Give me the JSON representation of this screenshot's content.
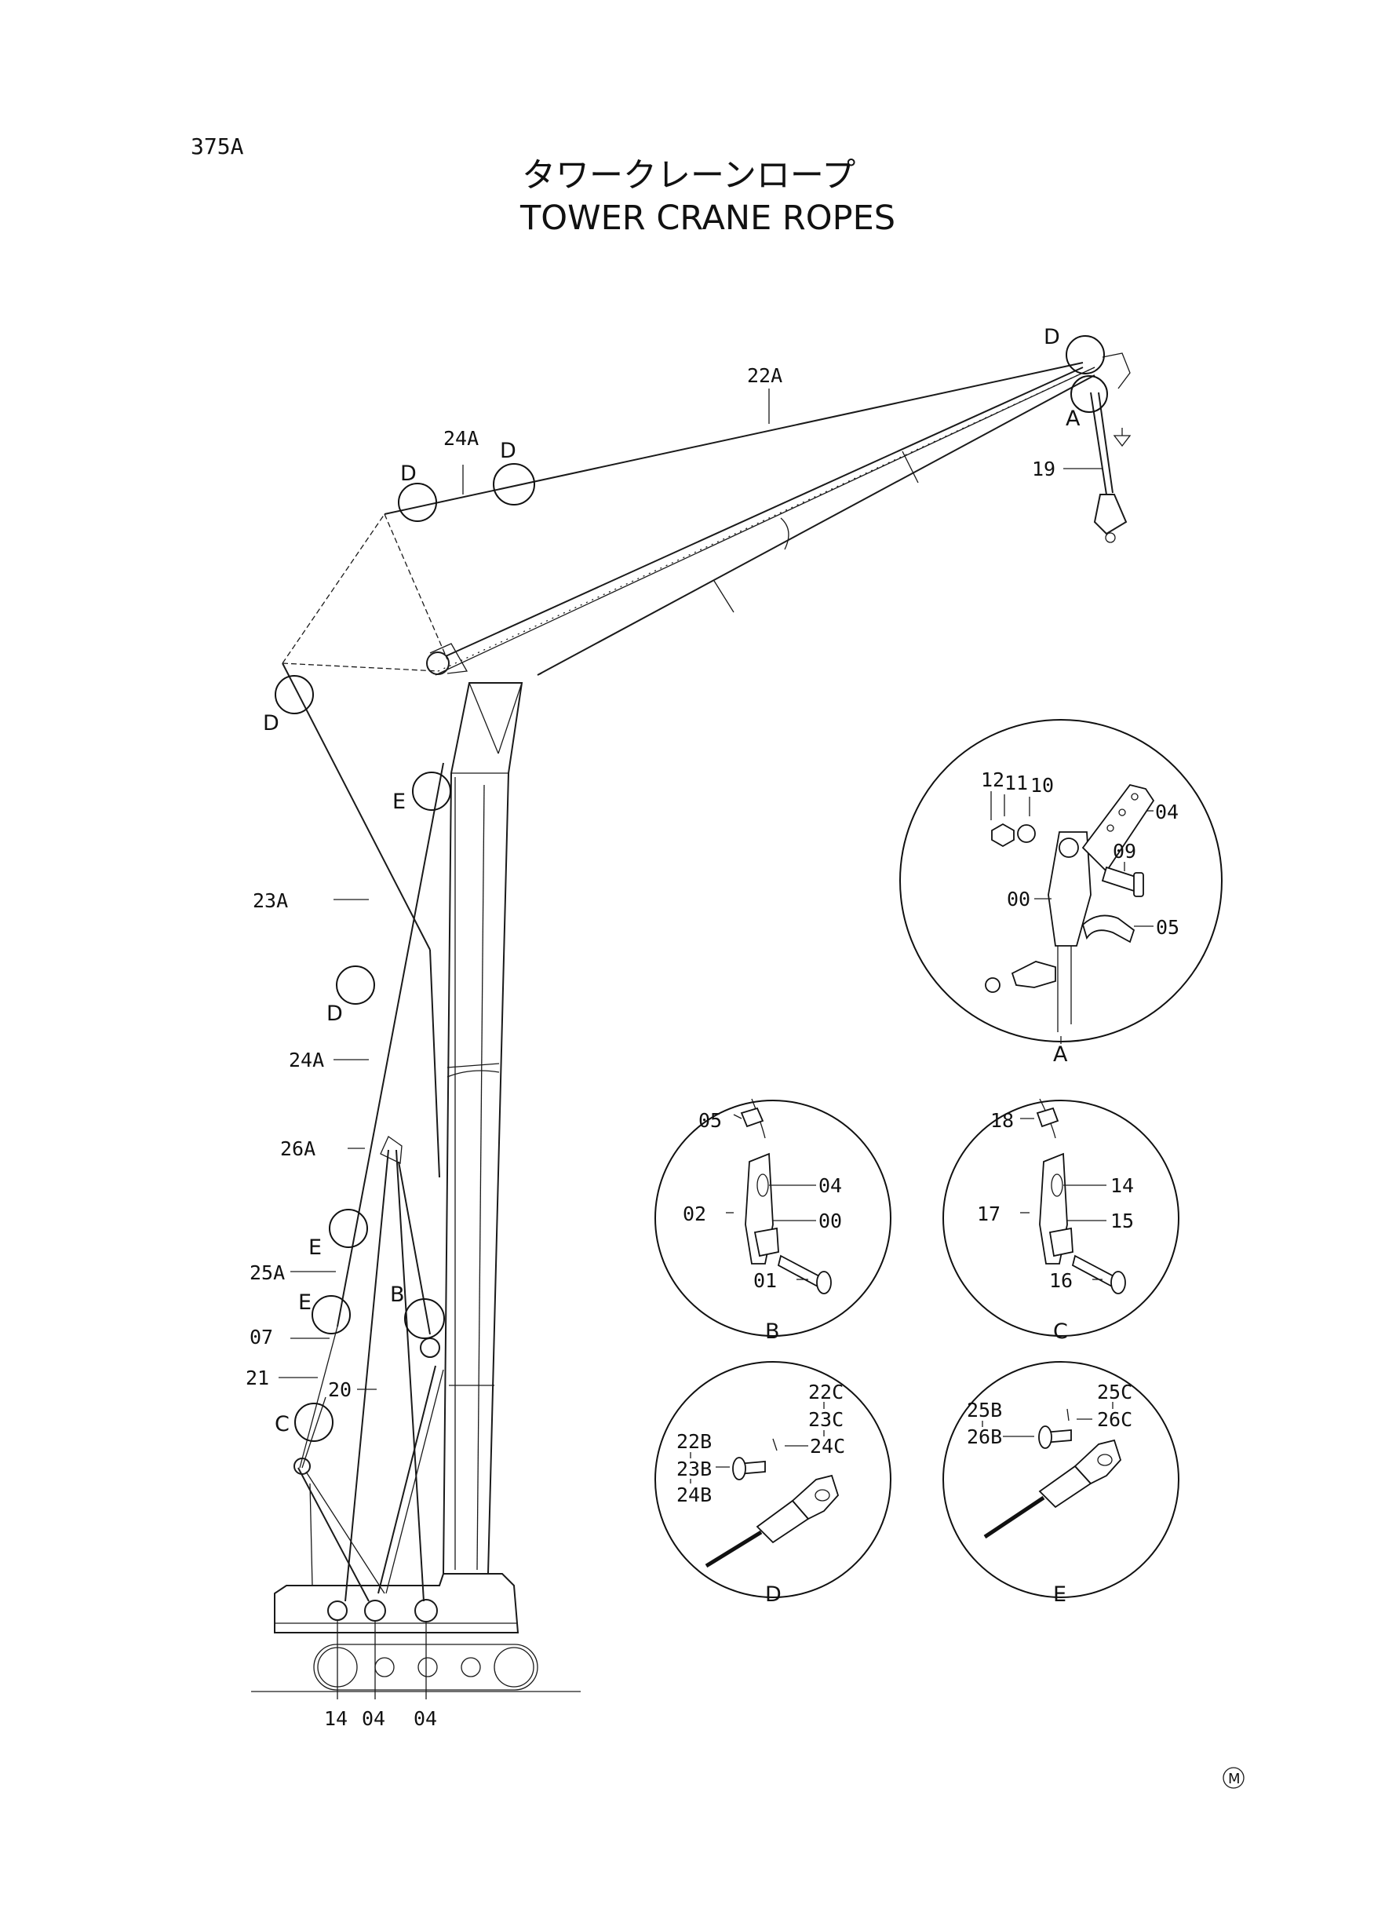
{
  "header": {
    "page_code": "375A",
    "title_jp": "タワークレーンロープ",
    "title_en": "TOWER CRANE ROPES"
  },
  "main_callouts": {
    "a22": "22A",
    "a24_top": "24A",
    "a23": "23A",
    "a24_mid": "24A",
    "a26": "26A",
    "a25": "25A",
    "p07": "07",
    "p21": "21",
    "p20": "20",
    "p19": "19"
  },
  "detail_markers": {
    "d_tip": "D",
    "a_tip": "A",
    "d_mast1": "D",
    "d_mast2": "D",
    "d_left": "D",
    "e_up": "E",
    "d_mid": "D",
    "e_mid": "E",
    "e_low": "E",
    "b_main": "B",
    "c_main": "C"
  },
  "base_labels": {
    "b14": "14",
    "b04a": "04",
    "b04b": "04"
  },
  "detail_A": {
    "label": "A",
    "parts": {
      "p12": "12",
      "p11": "11",
      "p10": "10",
      "p04": "04",
      "p09": "09",
      "p00": "00",
      "p05": "05"
    }
  },
  "detail_B": {
    "label": "B",
    "parts": {
      "p05": "05",
      "p04": "04",
      "p02": "02",
      "p00": "00",
      "p01": "01"
    }
  },
  "detail_C": {
    "label": "C",
    "parts": {
      "p18": "18",
      "p14": "14",
      "p17": "17",
      "p15": "15",
      "p16": "16"
    }
  },
  "detail_D": {
    "label": "D",
    "parts": {
      "p22b": "22B",
      "p23b": "23B",
      "p24b": "24B",
      "p22c": "22C",
      "p23c": "23C",
      "p24c": "24C"
    }
  },
  "detail_E": {
    "label": "E",
    "parts": {
      "p25b": "25B",
      "p26b": "26B",
      "p25c": "25C",
      "p26c": "26C"
    }
  },
  "footer": {
    "mark": "M"
  }
}
